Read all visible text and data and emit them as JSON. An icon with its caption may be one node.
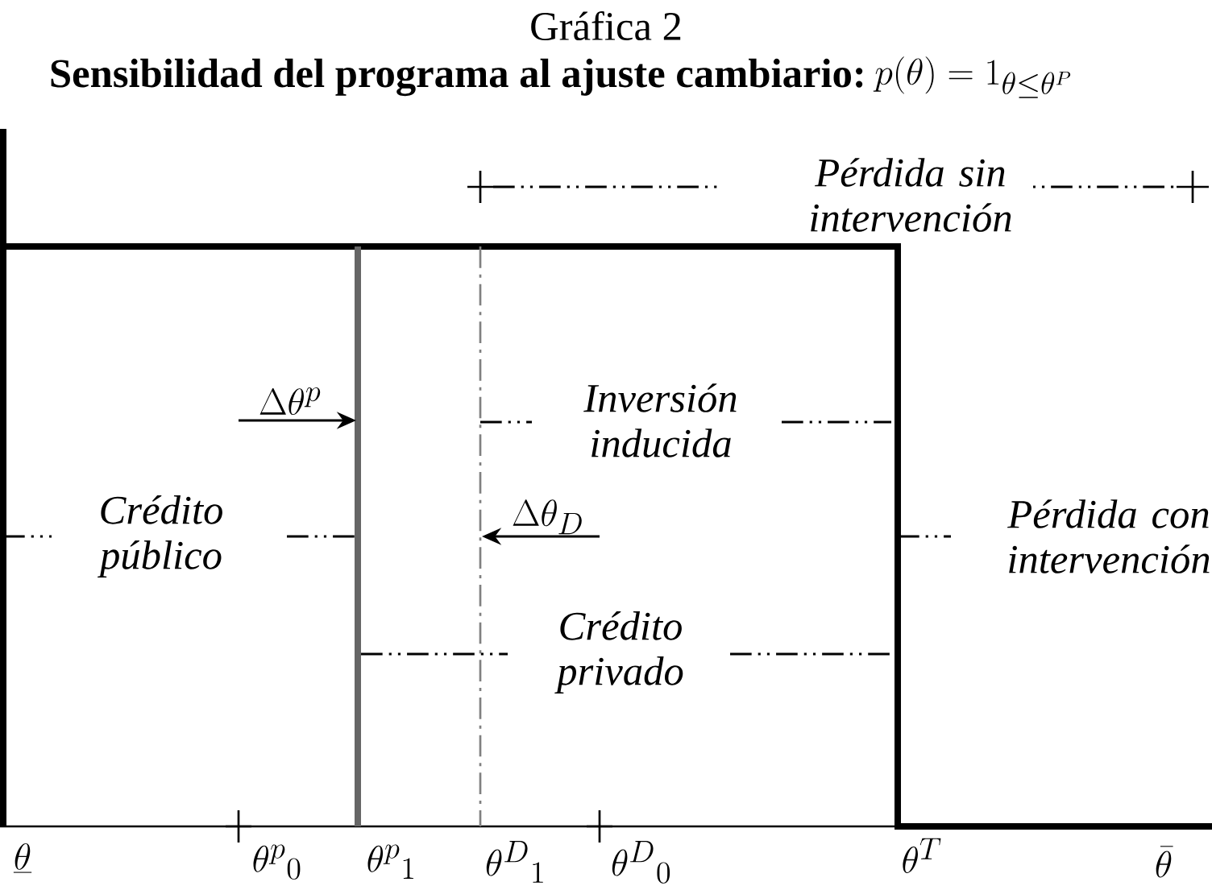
{
  "diagram": {
    "title": "Gráfica 2",
    "labels": [
      "Sensibilidad del programa al ajuste cambiario:",
      "p(\\theta) = 1_{\\theta\\leq\\theta^{P}}",
      "Pérdida sin intervención",
      "\\Delta\\theta^{p}",
      "Inversión inducida",
      "Crédito público",
      "\\Delta\\theta_{D}",
      "Pérdida con intervención",
      "Crédito privado",
      "\\underline{\\theta}",
      "\\theta^{p}{}_{0}",
      "\\theta^{p}{}_{1}",
      "\\theta^{D}{}_{1}",
      "\\theta^{D}{}_{0}",
      "\\theta^{T}",
      "\\bar{\\theta}"
    ]
  }
}
